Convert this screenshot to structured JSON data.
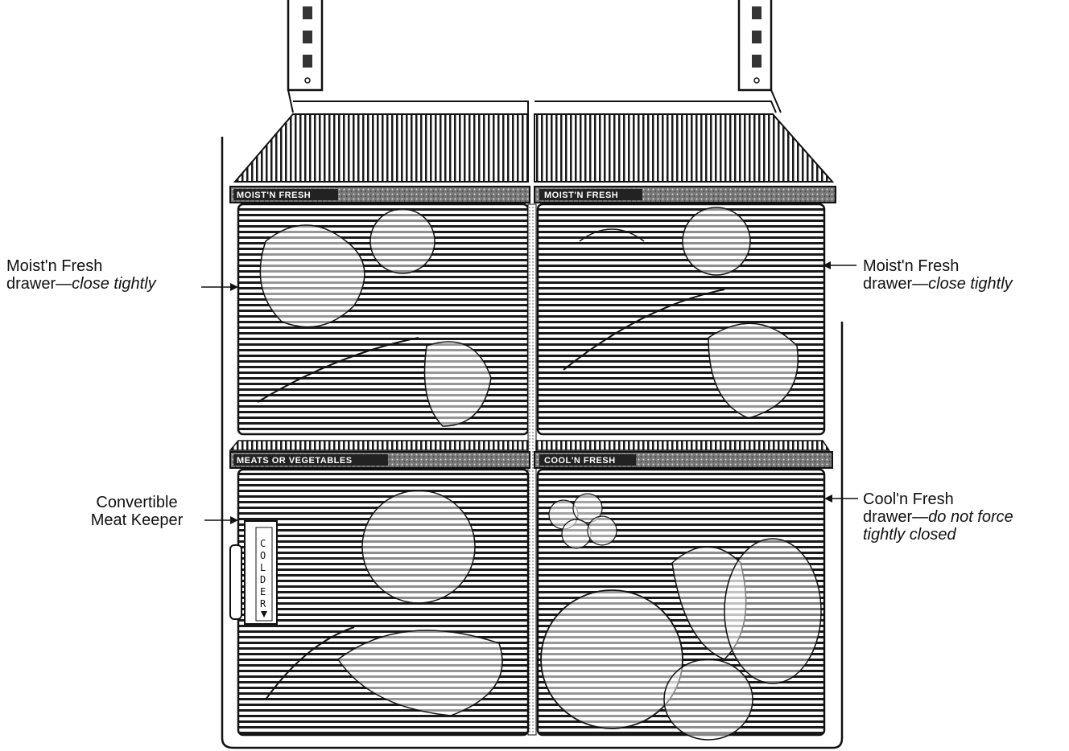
{
  "drawer_labels": {
    "top_left": "MOIST'N FRESH",
    "top_right": "MOIST'N FRESH",
    "bottom_left": "MEATS OR VEGETABLES",
    "bottom_right": "COOL'N FRESH"
  },
  "colder_dial": {
    "letters": [
      "C",
      "O",
      "L",
      "D",
      "E",
      "R"
    ]
  },
  "callouts": {
    "moist_left": {
      "line1": "Moist'n Fresh",
      "line2_plain": "drawer—",
      "line2_italic": "close tightly"
    },
    "moist_right": {
      "line1": "Moist'n Fresh",
      "line2_plain": "drawer—",
      "line2_italic": "close tightly"
    },
    "meat_keeper": {
      "line1": "Convertible",
      "line2": "Meat Keeper"
    },
    "cool_fresh": {
      "line1": "Cool'n Fresh",
      "line2_plain": "drawer—",
      "line2_italic": "do not force",
      "line3_italic": "tightly closed"
    }
  }
}
